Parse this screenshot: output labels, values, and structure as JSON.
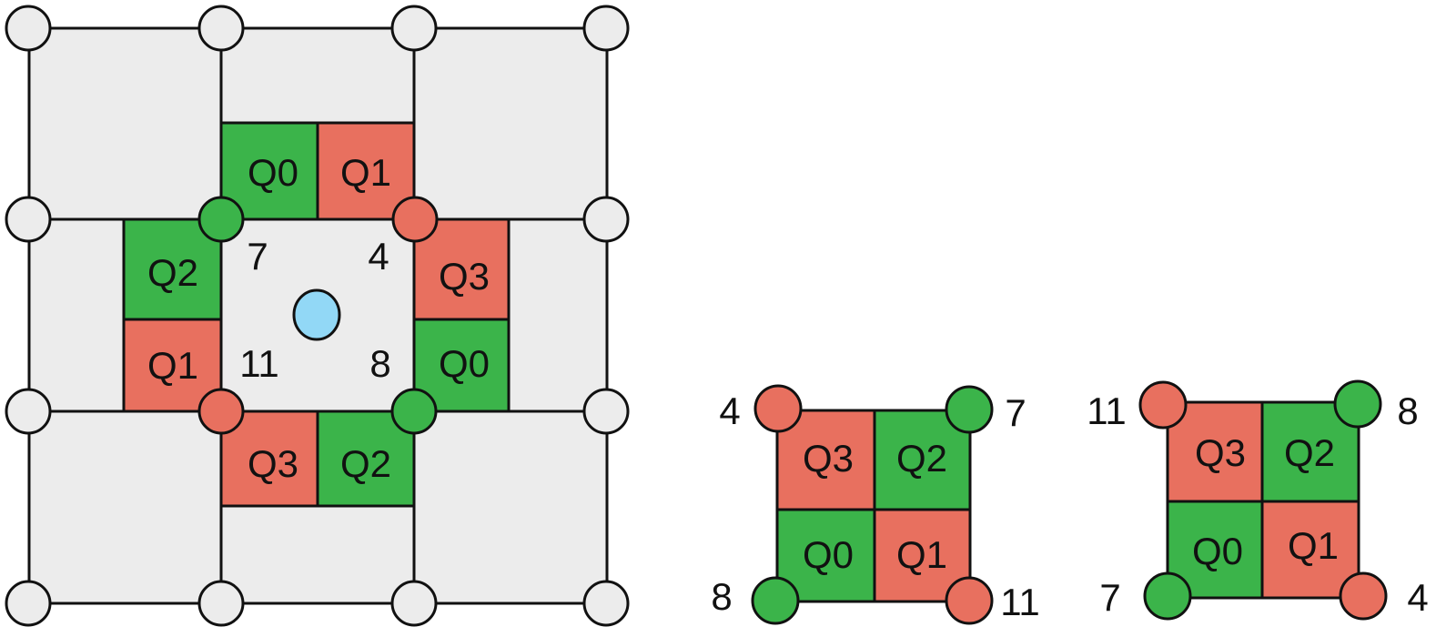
{
  "colors": {
    "background": "#ffffff",
    "cell_fill": "#ececec",
    "stroke": "#111111",
    "green": "#3bb44a",
    "red": "#e8705f",
    "node_gray": "#ececec",
    "center": "#92d8f6"
  },
  "main_grid": {
    "quads_top": [
      "Q0",
      "Q1"
    ],
    "quads_right": [
      "Q3",
      "Q0"
    ],
    "quads_bottom": [
      "Q3",
      "Q2"
    ],
    "quads_left": [
      "Q2",
      "Q1"
    ],
    "corner_labels": [
      "7",
      "4",
      "11",
      "8"
    ]
  },
  "block_a": {
    "quads": [
      "Q3",
      "Q2",
      "Q0",
      "Q1"
    ],
    "corner_labels": [
      "4",
      "7",
      "8",
      "11"
    ]
  },
  "block_b": {
    "quads": [
      "Q3",
      "Q2",
      "Q0",
      "Q1"
    ],
    "corner_labels": [
      "11",
      "8",
      "7",
      "4"
    ]
  }
}
